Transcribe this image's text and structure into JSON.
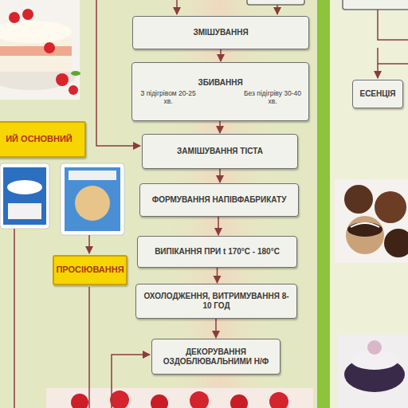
{
  "diagram": {
    "nodes": [
      {
        "text": [
          "ЗМІШУВАННЯ"
        ]
      },
      {
        "text": [
          "ЗБИВАННЯ",
          "З підігрівом 20-25 хв.",
          "Без підігріву 30-40 хв."
        ]
      },
      {
        "text": [
          "ЕСЕНЦІЯ"
        ]
      },
      {
        "text": [
          "ИЙ ОСНОВНИЙ"
        ]
      },
      {
        "text": [
          "ЗАМІШУВАННЯ ТІСТА"
        ]
      },
      {
        "text": [
          "ФОРМУВАННЯ НАПІВФАБРИКАТУ"
        ]
      },
      {
        "text": [
          "ВИПІКАННЯ ПРИ t 170°C - 180°C"
        ]
      },
      {
        "text": [
          "ПРОСІЮВАННЯ"
        ]
      },
      {
        "text": [
          "ОХОЛОДЖЕННЯ, ВИТРИМУВАННЯ 8-10 ГОД"
        ]
      },
      {
        "text": [
          "ДЕКОРУВАННЯ ОЗДОБЛЮВАЛЬНИМИ Н/Ф"
        ]
      }
    ],
    "edges": [
      {
        "from": 0,
        "to": 1,
        "arrow": "to"
      },
      {
        "from": 1,
        "to": 4,
        "arrow": "to"
      },
      {
        "from": 4,
        "to": 5,
        "arrow": "to"
      },
      {
        "from": 5,
        "to": 6,
        "arrow": "to"
      },
      {
        "from": 6,
        "to": 8,
        "arrow": "to"
      },
      {
        "from": 8,
        "to": 9,
        "arrow": "to"
      }
    ]
  }
}
